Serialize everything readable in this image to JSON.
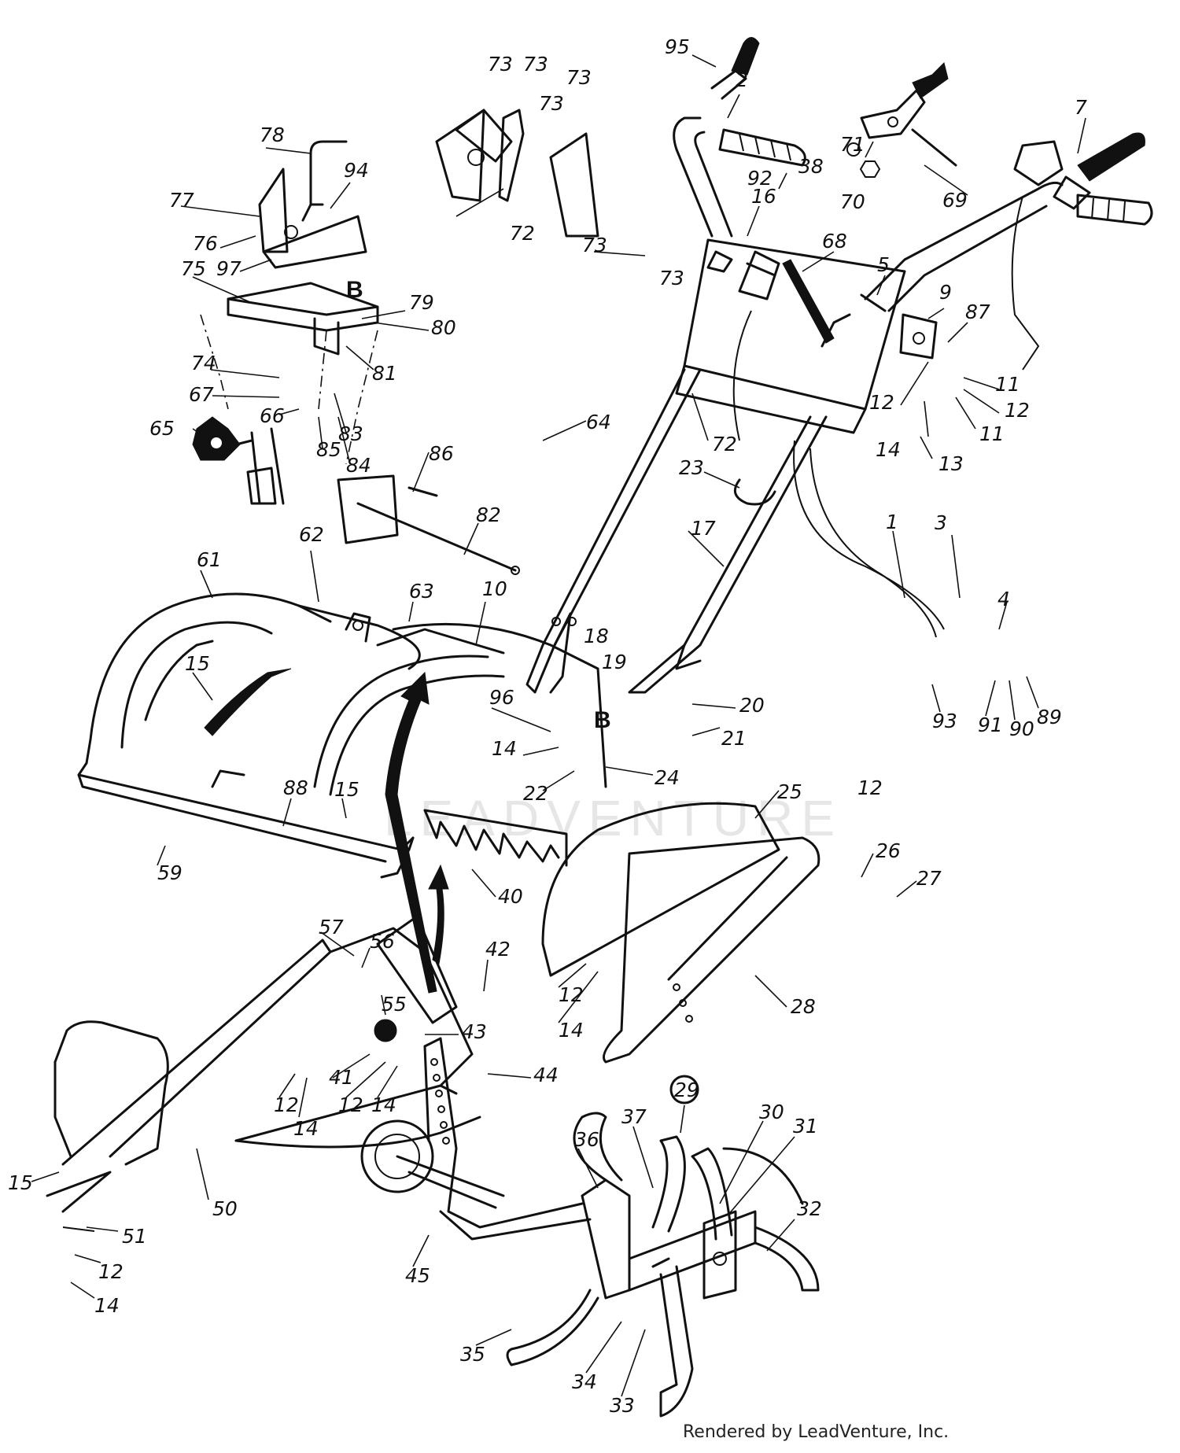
{
  "watermark": "LEADVENTURE",
  "credit": "Rendered by LeadVenture, Inc.",
  "markers": [
    "B",
    "B"
  ],
  "circled_label": "29",
  "labels": [
    "1",
    "2",
    "3",
    "4",
    "5",
    "7",
    "9",
    "10",
    "11",
    "11",
    "12",
    "12",
    "12",
    "12",
    "12",
    "12",
    "12",
    "13",
    "14",
    "14",
    "14",
    "14",
    "14",
    "14",
    "15",
    "15",
    "15",
    "16",
    "17",
    "18",
    "19",
    "20",
    "21",
    "22",
    "23",
    "24",
    "25",
    "26",
    "27",
    "28",
    "30",
    "31",
    "32",
    "33",
    "34",
    "35",
    "36",
    "37",
    "38",
    "40",
    "41",
    "42",
    "43",
    "44",
    "45",
    "50",
    "51",
    "55",
    "56",
    "57",
    "59",
    "61",
    "62",
    "63",
    "64",
    "65",
    "66",
    "67",
    "68",
    "69",
    "70",
    "71",
    "72",
    "72",
    "73",
    "73",
    "73",
    "73",
    "73",
    "73",
    "74",
    "75",
    "76",
    "77",
    "78",
    "79",
    "80",
    "81",
    "82",
    "83",
    "84",
    "85",
    "86",
    "87",
    "88",
    "89",
    "90",
    "91",
    "92",
    "93",
    "94",
    "95",
    "96",
    "97"
  ]
}
